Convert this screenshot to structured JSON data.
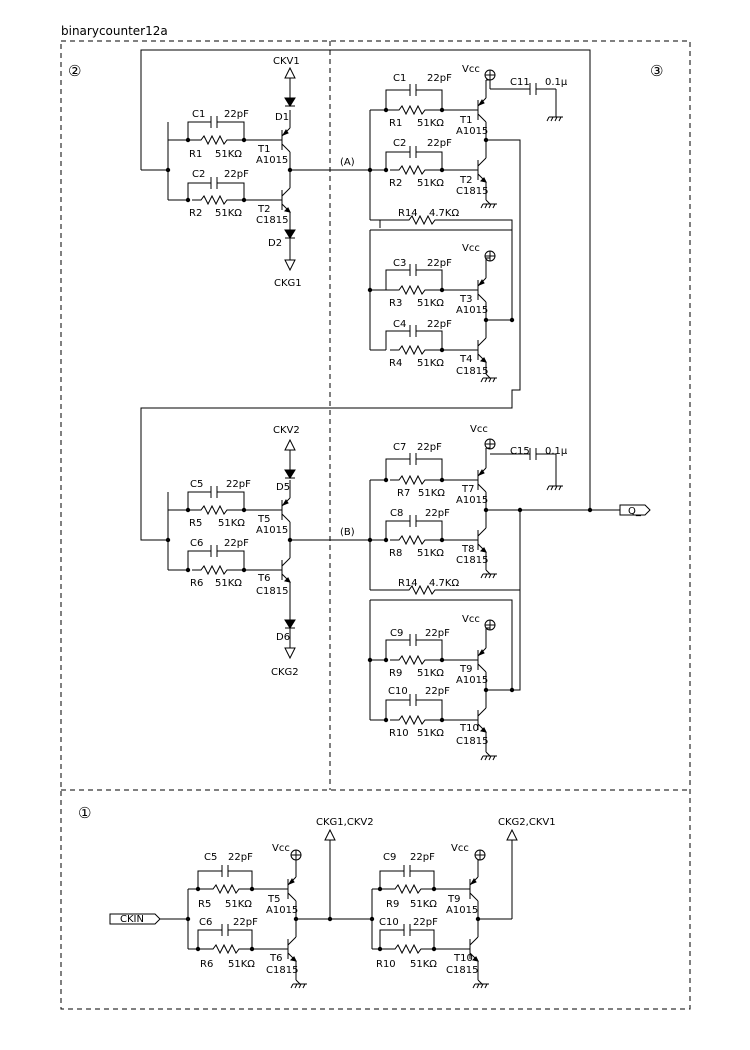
{
  "title": "binarycounter12a",
  "sections": [
    "②",
    "③",
    "①"
  ],
  "nets": {
    "ckv1": "CKV1",
    "ckg1": "CKG1",
    "ckv2": "CKV2",
    "ckg2": "CKG2",
    "a": "(A)",
    "b": "(B)",
    "q": "Q_",
    "ckin": "CKIN",
    "ckg1_ckv2": "CKG1,CKV2",
    "ckg2_ckv1": "CKG2,CKV1",
    "vcc": "Vcc"
  },
  "values": {
    "c22": "22pF",
    "r51": "51KΩ",
    "r47": "4.7KΩ",
    "c01": "0.1μ",
    "a1015": "A1015",
    "c1815": "C1815"
  },
  "refs": {
    "C1": "C1",
    "C2": "C2",
    "C3": "C3",
    "C4": "C4",
    "C5": "C5",
    "C6": "C6",
    "C7": "C7",
    "C8": "C8",
    "C9": "C9",
    "C10": "C10",
    "C11": "C11",
    "C15": "C15",
    "R1": "R1",
    "R2": "R2",
    "R3": "R3",
    "R4": "R4",
    "R5": "R5",
    "R6": "R6",
    "R7": "R7",
    "R8": "R8",
    "R9": "R9",
    "R10": "R10",
    "R14": "R14",
    "T1": "T1",
    "T2": "T2",
    "T3": "T3",
    "T4": "T4",
    "T5": "T5",
    "T6": "T6",
    "T7": "T7",
    "T8": "T8",
    "T9": "T9",
    "T10": "T10",
    "D1": "D1",
    "D2": "D2",
    "D5": "D5",
    "D6": "D6"
  }
}
